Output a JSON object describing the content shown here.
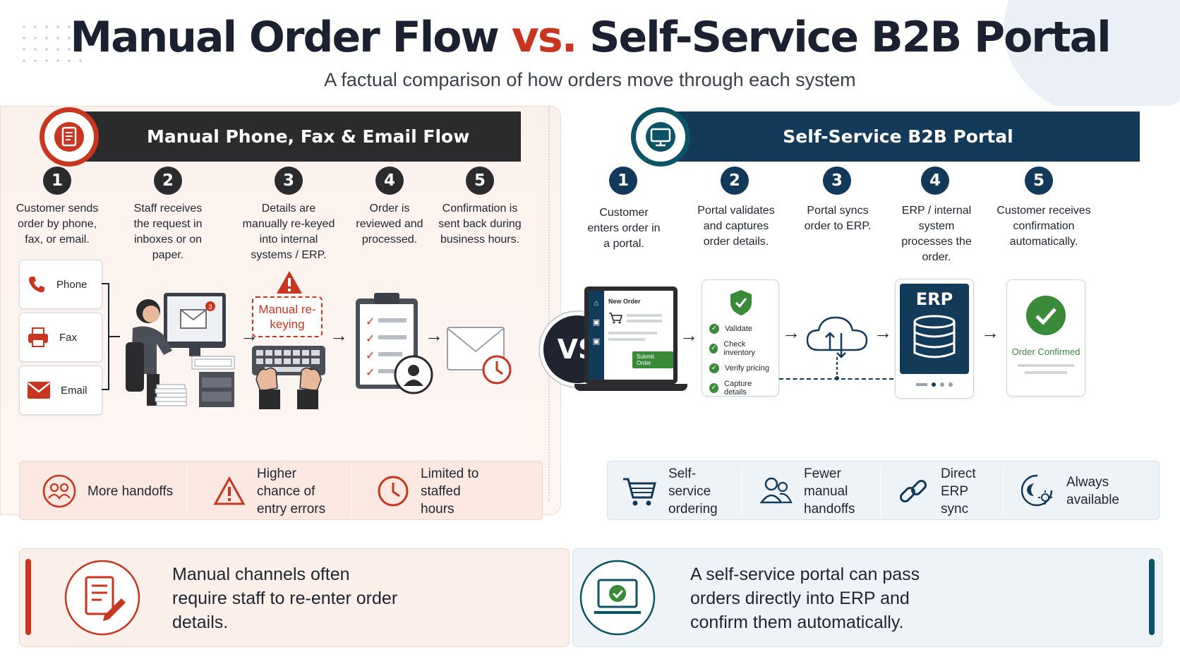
{
  "title": {
    "part1": "Manual Order Flow",
    "part2": "vs.",
    "part3": "Self-Service B2B Portal"
  },
  "subtitle": "A factual comparison of how orders move through each system",
  "left": {
    "header": "Manual Phone, Fax & Email Flow",
    "header_icon": "document-icon",
    "steps": [
      {
        "num": "1",
        "text": "Customer sends order by phone, fax, or email."
      },
      {
        "num": "2",
        "text": "Staff receives the request in inboxes or on paper."
      },
      {
        "num": "3",
        "text": "Details are manually re-keyed into internal systems / ERP."
      },
      {
        "num": "4",
        "text": "Order is reviewed and processed."
      },
      {
        "num": "5",
        "text": "Confirmation is sent back during business hours."
      }
    ],
    "channels": [
      "Phone",
      "Fax",
      "Email"
    ],
    "warning_label": "Manual re-keying",
    "features": [
      {
        "icon": "people-icon",
        "text": "More handoffs"
      },
      {
        "icon": "warning-icon",
        "text": "Higher chance of entry errors"
      },
      {
        "icon": "clock-icon",
        "text": "Limited to staffed hours"
      }
    ],
    "callout": "Manual channels often require staff to re-enter order details."
  },
  "vs_label": "VS",
  "right": {
    "header": "Self-Service B2B Portal",
    "header_icon": "monitor-icon",
    "steps": [
      {
        "num": "1",
        "text": "Customer enters order in a portal."
      },
      {
        "num": "2",
        "text": "Portal validates and captures order details."
      },
      {
        "num": "3",
        "text": "Portal syncs order to ERP."
      },
      {
        "num": "4",
        "text": "ERP / internal system processes the order."
      },
      {
        "num": "5",
        "text": "Customer receives confirmation automatically."
      }
    ],
    "portal_screen": {
      "title": "New Order",
      "button": "Submit Order"
    },
    "validation": [
      "Validate",
      "Check inventory",
      "Verify pricing",
      "Capture details"
    ],
    "erp_label": "ERP",
    "confirmed_label": "Order Confirmed",
    "features": [
      {
        "icon": "cart-icon",
        "text": "Self-service ordering"
      },
      {
        "icon": "users-icon",
        "text": "Fewer manual handoffs"
      },
      {
        "icon": "link-icon",
        "text": "Direct ERP sync"
      },
      {
        "icon": "moon-sun-icon",
        "text": "Always available"
      }
    ],
    "callout": "A self-service portal can pass orders directly into ERP and confirm them automatically."
  },
  "colors": {
    "red": "#c8361f",
    "dark": "#2b2b2e",
    "navy": "#143a5a",
    "teal": "#0d5366",
    "green": "#3a8a3a"
  }
}
